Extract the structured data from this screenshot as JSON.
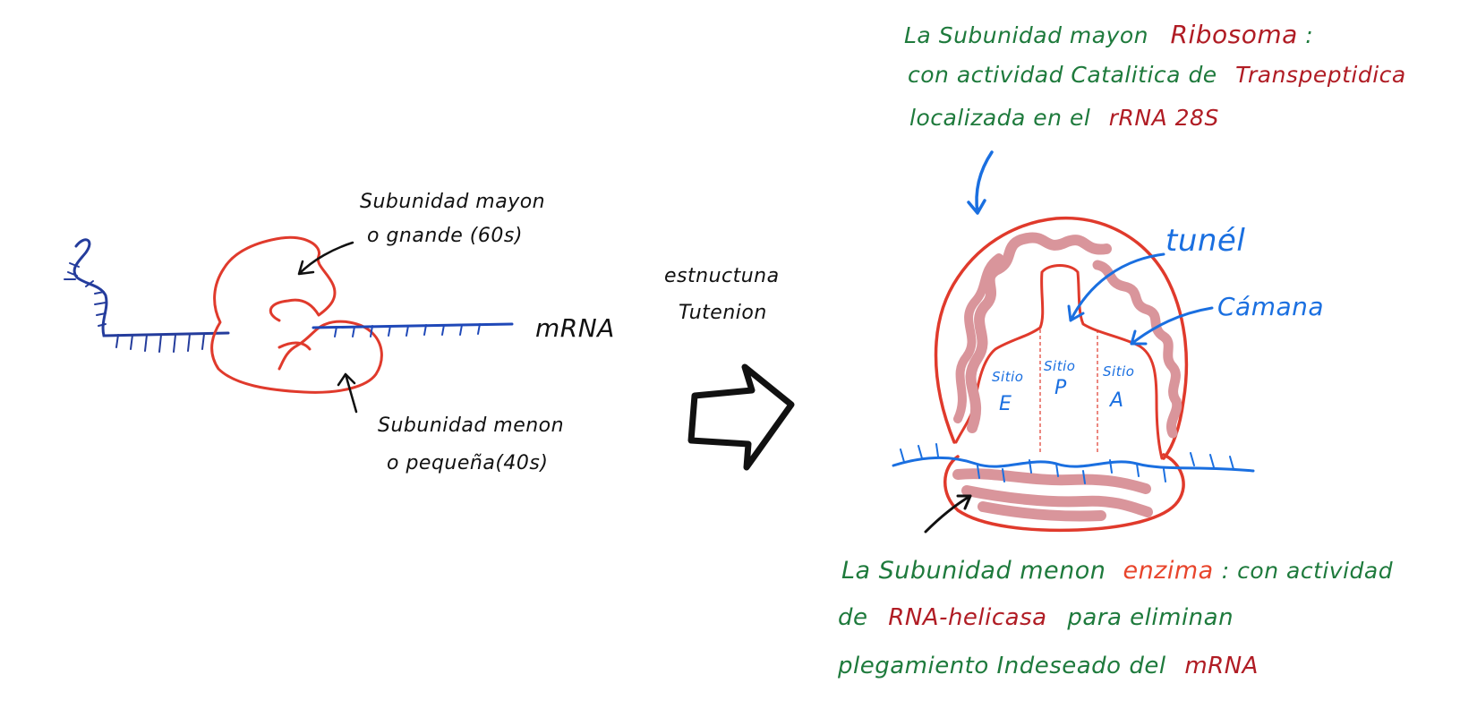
{
  "left_labels": {
    "large_subunit_line1": "Subunidad mayon",
    "large_subunit_line2": "o gnande (60s)",
    "small_subunit_line1": "Subunidad menon",
    "small_subunit_line2": "o pequeña(40s)",
    "mrna": "mRNA"
  },
  "arrow_label": {
    "line1": "estnuctuna",
    "line2": "Tutenion"
  },
  "top_note": {
    "line1_prefix": "La Subunidad mayon",
    "line1_highlight": "Ribosoma",
    "line1_suffix": ":",
    "line2_prefix": "con actividad Catalitica de",
    "line2_highlight": "Transpeptidica",
    "line3_prefix": "localizada en el",
    "line3_highlight": "rRNA 28S"
  },
  "ribosome_labels": {
    "tunnel": "tunél",
    "chamber": "Cámana",
    "site_e_word": "Sitio",
    "site_e_letter": "E",
    "site_p_word": "Sitio",
    "site_p_letter": "P",
    "site_a_word": "Sitio",
    "site_a_letter": "A"
  },
  "bottom_note": {
    "line1_prefix": "La Subunidad menon",
    "line1_highlight": "enzima",
    "line1_suffix": ": con actividad",
    "line2_prefix": "de",
    "line2_highlight": "RNA-helicasa",
    "line2_suffix": "para eliminan",
    "line3_prefix": "plegamiento Indeseado del",
    "line3_highlight": "mRNA"
  },
  "colors": {
    "ink_black": "#111111",
    "ink_green": "#1e7a3c",
    "ink_red": "#b01c24",
    "ink_orange": "#e8452c",
    "ink_blue": "#1a6fe0",
    "ink_navy": "#243c9c",
    "shade_pink": "#d9959b",
    "outline_red": "#e03a2c"
  }
}
